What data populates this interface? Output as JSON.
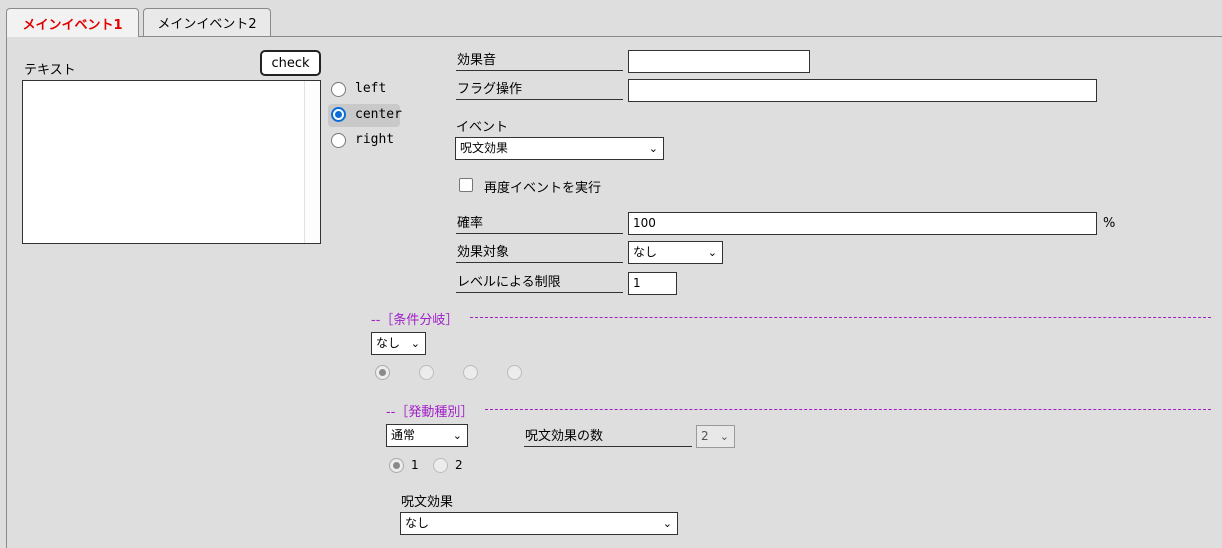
{
  "tabs": [
    {
      "label": "メインイベント1",
      "active": true
    },
    {
      "label": "メインイベント2",
      "active": false
    }
  ],
  "text_section": {
    "label": "テキスト",
    "check_button": "check",
    "value": ""
  },
  "align_options": [
    {
      "label": "left",
      "checked": false
    },
    {
      "label": "center",
      "checked": true
    },
    {
      "label": "right",
      "checked": false
    }
  ],
  "sound": {
    "label": "効果音",
    "value": ""
  },
  "flag": {
    "label": "フラグ操作",
    "value": ""
  },
  "event": {
    "label": "イベント",
    "selected": "呪文効果"
  },
  "rerun": {
    "label": "再度イベントを実行",
    "checked": false
  },
  "probability": {
    "label": "確率",
    "value": "100",
    "unit": "%"
  },
  "target": {
    "label": "効果対象",
    "selected": "なし"
  },
  "level_limit": {
    "label": "レベルによる制限",
    "value": "1"
  },
  "condition": {
    "title": "--［条件分岐］",
    "selected": "なし",
    "radios": [
      {
        "checked": true,
        "disabled": true
      },
      {
        "checked": false,
        "disabled": true
      },
      {
        "checked": false,
        "disabled": true
      },
      {
        "checked": false,
        "disabled": true
      }
    ]
  },
  "trigger": {
    "title": "--［発動種別］",
    "selected": "通常",
    "count_label": "呪文効果の数",
    "count_value": "2",
    "radios": [
      {
        "label": "1",
        "checked": true,
        "disabled": true
      },
      {
        "label": "2",
        "checked": false,
        "disabled": true
      }
    ]
  },
  "spell": {
    "label": "呪文効果",
    "selected": "なし"
  },
  "colors": {
    "active_tab_text": "#e00000",
    "section_title": "#a020c8",
    "radio_accent": "#0a6cd8"
  }
}
